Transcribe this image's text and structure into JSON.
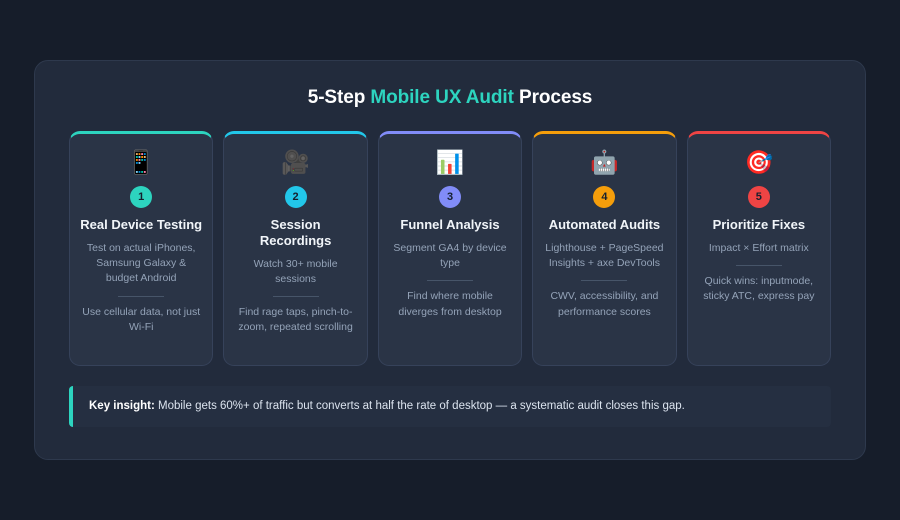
{
  "title": {
    "prefix": "5-Step ",
    "accent": "Mobile UX Audit",
    "suffix": " Process",
    "accent_color": "#2dd4bf"
  },
  "cards": [
    {
      "icon": "📱",
      "icon_name": "mobile-phone-icon",
      "number": "1",
      "color": "#2dd4bf",
      "title": "Real Device Testing",
      "body1": "Test on actual iPhones, Samsung Galaxy & budget Android",
      "body2": "Use cellular data, not just Wi-Fi"
    },
    {
      "icon": "🎥",
      "icon_name": "movie-camera-icon",
      "number": "2",
      "color": "#22c7ea",
      "title": "Session Recordings",
      "body1": "Watch 30+ mobile sessions",
      "body2": "Find rage taps, pinch-to-zoom, repeated scrolling"
    },
    {
      "icon": "📊",
      "icon_name": "bar-chart-icon",
      "number": "3",
      "color": "#818cf8",
      "title": "Funnel Analysis",
      "body1": "Segment GA4 by device type",
      "body2": "Find where mobile diverges from desktop"
    },
    {
      "icon": "🤖",
      "icon_name": "robot-icon",
      "number": "4",
      "color": "#f59e0b",
      "title": "Automated Audits",
      "body1": "Lighthouse + PageSpeed Insights + axe DevTools",
      "body2": "CWV, accessibility, and performance scores"
    },
    {
      "icon": "🎯",
      "icon_name": "target-dart-icon",
      "number": "5",
      "color": "#ef4444",
      "title": "Prioritize Fixes",
      "body1": "Impact × Effort matrix",
      "body2": "Quick wins: inputmode, sticky ATC, express pay"
    }
  ],
  "banner": {
    "label": "Key insight:",
    "text": " Mobile gets 60%+ of traffic but converts at half the rate of desktop — a systematic audit closes this gap.",
    "accent_color": "#2dd4bf"
  }
}
